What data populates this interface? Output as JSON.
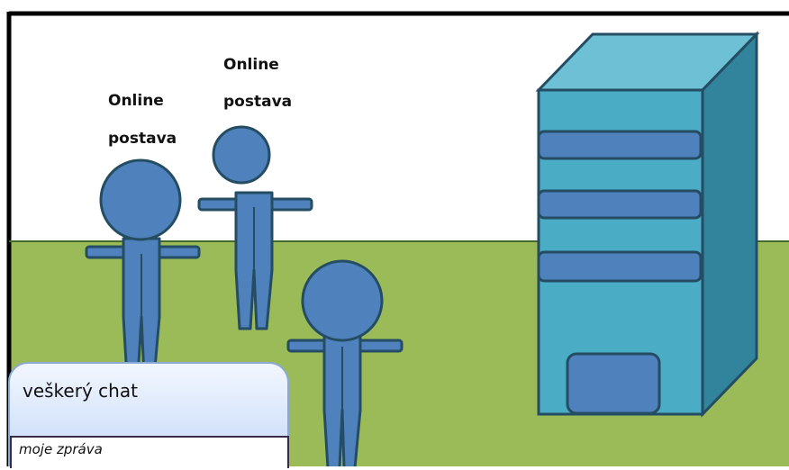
{
  "scene": {
    "colors": {
      "sky": "#ffffff",
      "ground": "#9bbb59",
      "frame": "#000000",
      "character_fill": "#4f81bd",
      "character_outline": "#385d8a",
      "building_front": "#4bacc6",
      "building_top": "#6ec1d5",
      "building_side": "#31849b",
      "building_window": "#4f81bd"
    },
    "characters": [
      {
        "name": "character-left",
        "label_line1": "Online",
        "label_line2": "postava"
      },
      {
        "name": "character-middle",
        "label_line1": "Online",
        "label_line2": "postava"
      },
      {
        "name": "character-player"
      }
    ]
  },
  "chat": {
    "title": "veškerý chat",
    "input_value": "moje zpráva"
  }
}
